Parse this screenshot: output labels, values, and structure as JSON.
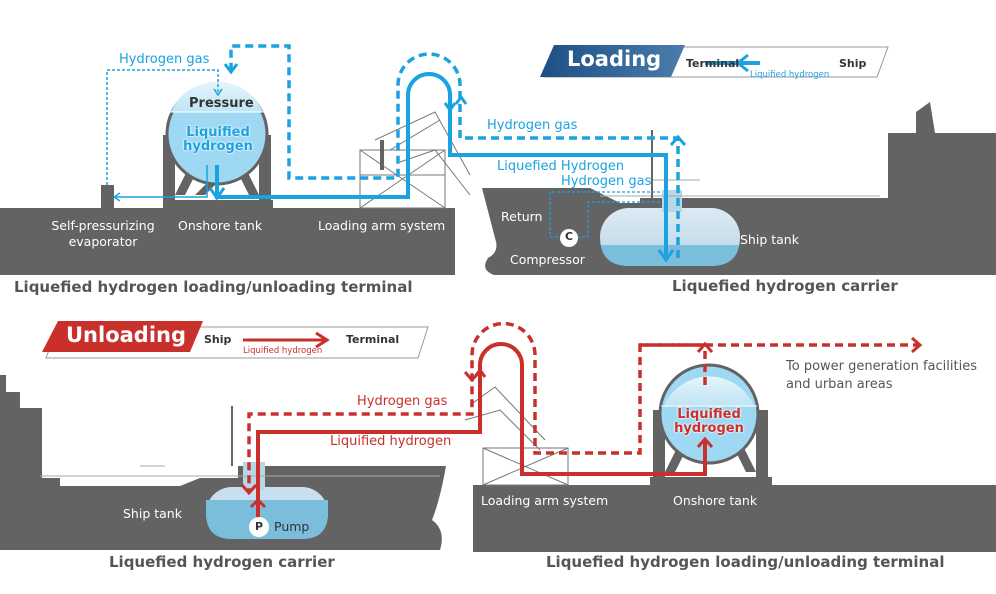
{
  "colors": {
    "loading_blue": "#1aa3e0",
    "loading_banner": "#1f5a8f",
    "unloading_red": "#c9302c",
    "structure_grey": "#636363",
    "liquid_light_blue": "#8fd3f0",
    "tank_liquid_blue": "#7bbedb"
  },
  "loading": {
    "banner": {
      "title": "Loading",
      "from": "Terminal",
      "to": "Ship",
      "arrow_label": "Liquified hydrogen"
    },
    "terminal": {
      "hydrogen_gas_label": "Hydrogen gas",
      "tank_pressure_label": "Pressure",
      "tank_liquid_label_1": "Liquified",
      "tank_liquid_label_2": "hydrogen",
      "evaporator_label_1": "Self-pressurizing",
      "evaporator_label_2": "evaporator",
      "onshore_tank_label": "Onshore tank",
      "loading_arm_label": "Loading arm system",
      "caption": "Liquefied hydrogen loading/unloading terminal"
    },
    "ship": {
      "hydrogen_gas_label": "Hydrogen gas",
      "liquefied_hydrogen_label": "Liquefied Hydrogen",
      "hydrogen_gas_label_2": "Hydrogen gas",
      "return_label": "Return",
      "compressor_symbol": "C",
      "compressor_label": "Compressor",
      "ship_tank_label": "Ship tank",
      "caption": "Liquefied hydrogen carrier"
    }
  },
  "unloading": {
    "banner": {
      "title": "Unloading",
      "from": "Ship",
      "to": "Terminal",
      "arrow_label": "Liquified hydrogen"
    },
    "ship": {
      "ship_tank_label": "Ship tank",
      "pump_symbol": "P",
      "pump_label": "Pump",
      "hydrogen_gas_label": "Hydrogen gas",
      "liquified_hydrogen_label": "Liquified hydrogen",
      "caption": "Liquefied hydrogen carrier"
    },
    "terminal": {
      "loading_arm_label": "Loading arm system",
      "onshore_tank_label": "Onshore tank",
      "tank_liquid_label_1": "Liquified",
      "tank_liquid_label_2": "hydrogen",
      "destination_label_1": "To power generation facilities",
      "destination_label_2": "and urban areas",
      "caption": "Liquefied hydrogen loading/unloading terminal"
    }
  }
}
